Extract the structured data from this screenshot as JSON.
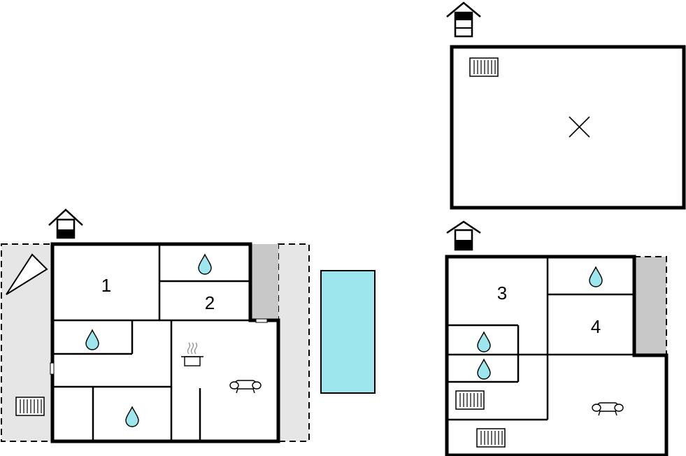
{
  "rooms": {
    "room_1": "1",
    "room_2": "2",
    "room_3": "3",
    "room_4": "4"
  },
  "colors": {
    "pool": "#9ee6ee",
    "terrace": "#e6e6e6",
    "balcony": "#c8c8c8",
    "wall": "#000000"
  },
  "icons": [
    "floor-level-icon",
    "water-drop-icon",
    "radiator-icon",
    "sofa-icon",
    "cooking-pot-icon",
    "void-cross-icon",
    "pool"
  ]
}
